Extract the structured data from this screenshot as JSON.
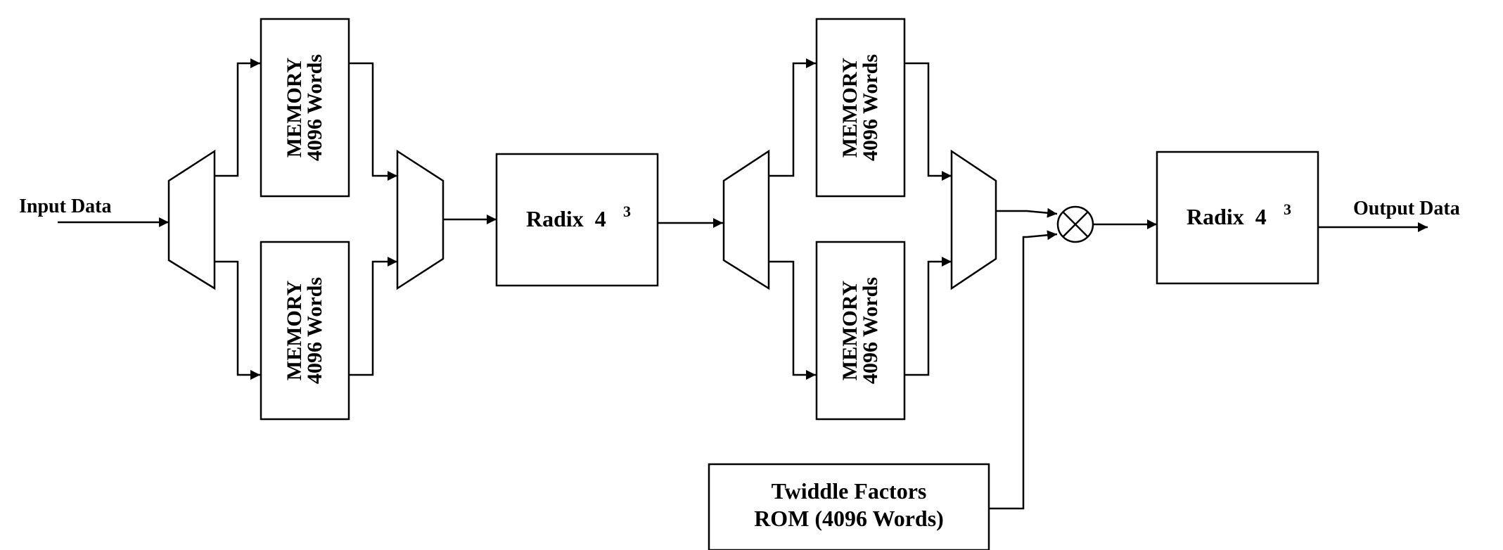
{
  "labels": {
    "input": "Input Data",
    "output": "Output Data"
  },
  "memory_blocks": [
    {
      "line1": "MEMORY",
      "line2": "4096 Words"
    },
    {
      "line1": "MEMORY",
      "line2": "4096 Words"
    },
    {
      "line1": "MEMORY",
      "line2": "4096 Words"
    },
    {
      "line1": "MEMORY",
      "line2": "4096 Words"
    }
  ],
  "radix_blocks": [
    {
      "label": "Radix  4",
      "exponent": "3"
    },
    {
      "label": "Radix  4",
      "exponent": "3"
    }
  ],
  "rom": {
    "line1": "Twiddle Factors",
    "line2": "ROM (4096 Words)"
  },
  "icons": {
    "demux": "demux-trapezoid-icon",
    "mux": "mux-trapezoid-icon",
    "multiplier": "multiplier-circle-x-icon"
  }
}
